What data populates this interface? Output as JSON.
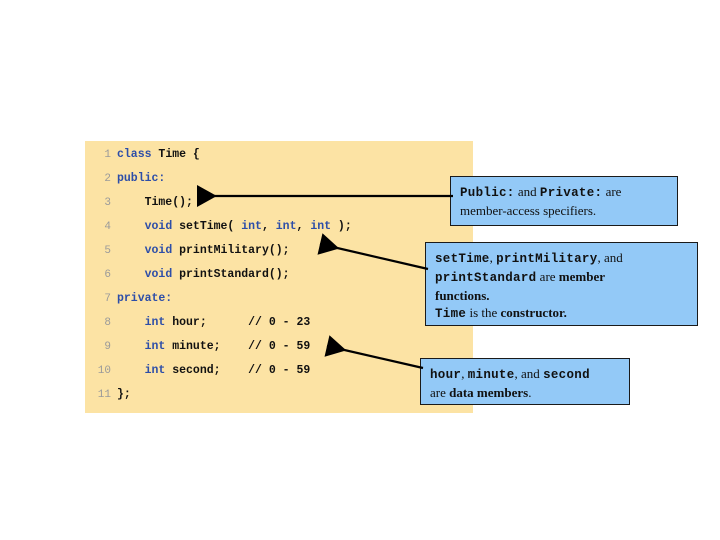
{
  "slide": {
    "background_color": "#ffffff",
    "code_panel": {
      "background_color": "#fce3a4",
      "lines": [
        {
          "num": "1",
          "segments": [
            {
              "t": "class ",
              "c": "kw"
            },
            {
              "t": "Time {",
              "c": "blk"
            }
          ]
        },
        {
          "num": "2",
          "segments": [
            {
              "t": "public:",
              "c": "kw"
            }
          ]
        },
        {
          "num": "3",
          "segments": [
            {
              "t": "    Time();",
              "c": "blk"
            }
          ]
        },
        {
          "num": "4",
          "segments": [
            {
              "t": "    ",
              "c": "blk"
            },
            {
              "t": "void ",
              "c": "kw"
            },
            {
              "t": "setTime( ",
              "c": "blk"
            },
            {
              "t": "int",
              "c": "kw"
            },
            {
              "t": ", ",
              "c": "blk"
            },
            {
              "t": "int",
              "c": "kw"
            },
            {
              "t": ", ",
              "c": "blk"
            },
            {
              "t": "int",
              "c": "kw"
            },
            {
              "t": " );",
              "c": "blk"
            }
          ]
        },
        {
          "num": "5",
          "segments": [
            {
              "t": "    ",
              "c": "blk"
            },
            {
              "t": "void ",
              "c": "kw"
            },
            {
              "t": "printMilitary();",
              "c": "blk"
            }
          ]
        },
        {
          "num": "6",
          "segments": [
            {
              "t": "    ",
              "c": "blk"
            },
            {
              "t": "void ",
              "c": "kw"
            },
            {
              "t": "printStandard();",
              "c": "blk"
            }
          ]
        },
        {
          "num": "7",
          "segments": [
            {
              "t": "private:",
              "c": "kw"
            }
          ]
        },
        {
          "num": "8",
          "segments": [
            {
              "t": "    ",
              "c": "blk"
            },
            {
              "t": "int ",
              "c": "kw"
            },
            {
              "t": "hour;      ",
              "c": "blk"
            },
            {
              "t": "// 0 - 23",
              "c": "cmt"
            }
          ]
        },
        {
          "num": "9",
          "segments": [
            {
              "t": "    ",
              "c": "blk"
            },
            {
              "t": "int ",
              "c": "kw"
            },
            {
              "t": "minute;    ",
              "c": "blk"
            },
            {
              "t": "// 0 - 59",
              "c": "cmt"
            }
          ]
        },
        {
          "num": "10",
          "segments": [
            {
              "t": "    ",
              "c": "blk"
            },
            {
              "t": "int ",
              "c": "kw"
            },
            {
              "t": "second;    ",
              "c": "blk"
            },
            {
              "t": "// 0 - 59",
              "c": "cmt"
            }
          ]
        },
        {
          "num": "11",
          "segments": [
            {
              "t": "};",
              "c": "blk"
            }
          ]
        }
      ]
    },
    "callouts": {
      "background_color": "#93c9f7",
      "border_color": "#1a1a1a",
      "access_specifiers": {
        "line1_a": "Public:",
        "line1_b": " and ",
        "line1_c": "Private:",
        "line1_d": " are",
        "line2": "member-access specifiers."
      },
      "member_functions": {
        "line1_a": "setTime",
        "line1_b": ", ",
        "line1_c": "printMilitary",
        "line1_d": ", and",
        "line2_a": "printStandard",
        "line2_b": " are ",
        "line2_c": "member",
        "line3": "functions.",
        "line4_a": "Time",
        "line4_b": " is the ",
        "line4_c": "constructor."
      },
      "data_members": {
        "line1_a": "hour",
        "line1_b": ", ",
        "line1_c": "minute",
        "line1_d": ", and ",
        "line1_e": "second",
        "line2_a": "are ",
        "line2_b": "data members",
        "line2_c": "."
      }
    },
    "arrows": [
      {
        "name": "arrow-to-constructor",
        "from": "access-specifiers-callout",
        "to": "code-line-3"
      },
      {
        "name": "arrow-to-member-functions",
        "from": "member-functions-callout",
        "to": "code-line-5"
      },
      {
        "name": "arrow-to-data-members",
        "from": "data-members-callout",
        "to": "code-line-9"
      }
    ]
  }
}
